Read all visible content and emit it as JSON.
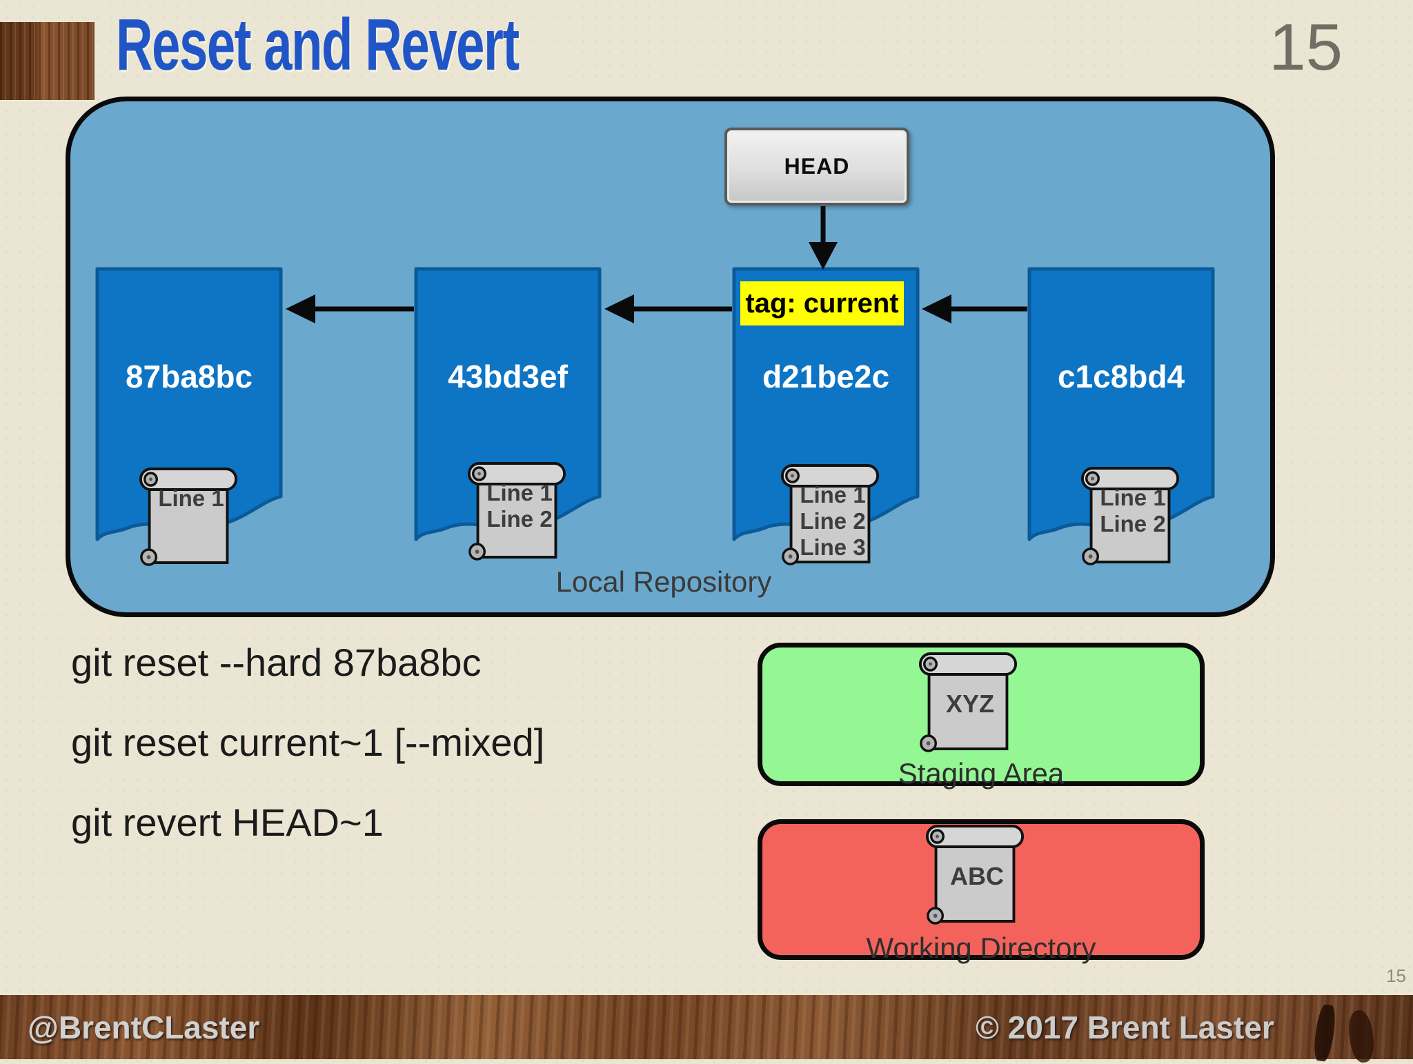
{
  "slide": {
    "title": "Reset and Revert",
    "page_number": "15",
    "footer_left": "@BrentCLaster",
    "footer_right": "© 2017 Brent Laster",
    "footer_page_number": "15"
  },
  "local_repository": {
    "label": "Local Repository",
    "head_label": "HEAD",
    "tag_label": "tag: current",
    "commits": [
      {
        "hash": "87ba8bc",
        "file_lines": [
          "Line 1"
        ]
      },
      {
        "hash": "43bd3ef",
        "file_lines": [
          "Line 1",
          "Line 2"
        ]
      },
      {
        "hash": "d21be2c",
        "file_lines": [
          "Line 1",
          "Line 2",
          "Line 3"
        ]
      },
      {
        "hash": "c1c8bd4",
        "file_lines": [
          "Line 1",
          "Line 2"
        ]
      }
    ]
  },
  "commands": [
    "git reset --hard 87ba8bc",
    "git reset current~1 [--mixed]",
    "git revert HEAD~1"
  ],
  "staging_area": {
    "label": "Staging Area",
    "file_text": "XYZ"
  },
  "working_directory": {
    "label": "Working Directory",
    "file_text": "ABC"
  },
  "colors": {
    "title_blue": "#1f55c7",
    "repo_background": "#6ba8cd",
    "commit_blue": "#0e75c4",
    "commit_border": "#0a5a9a",
    "tag_yellow": "#ffff00",
    "staging_green": "#94f794",
    "working_red": "#f4635b",
    "scroll_gray": "#cbcbcb",
    "slide_background": "#ebe5d4"
  }
}
